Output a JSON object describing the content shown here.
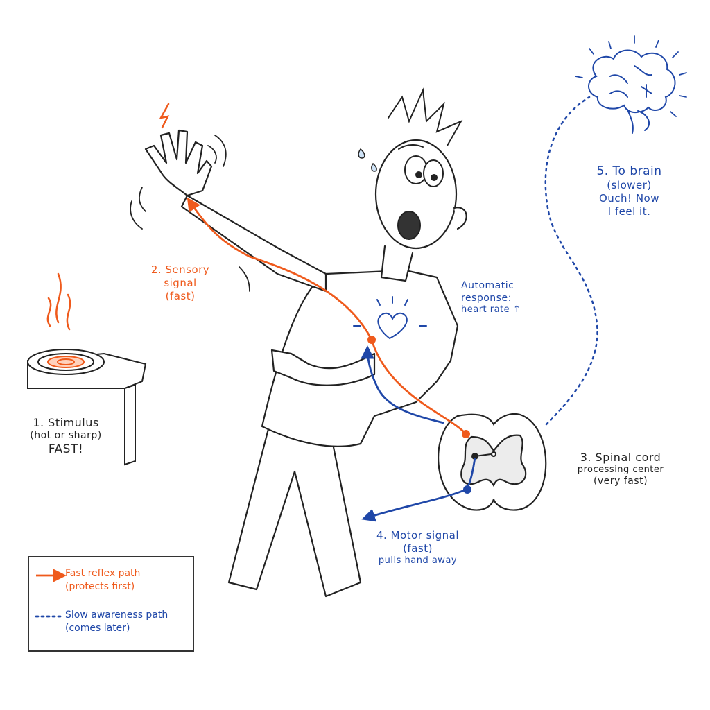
{
  "labels": {
    "stimulus": [
      "1. Stimulus",
      "(hot or sharp)",
      "FAST!"
    ],
    "sensory": [
      "2. Sensory",
      "signal",
      "(fast)"
    ],
    "spinal": [
      "3. Spinal cord",
      "processing center",
      "(very fast)"
    ],
    "motor": [
      "4. Motor signal",
      "(fast)",
      "pulls hand away"
    ],
    "brain": [
      "5. To brain",
      "(slower)",
      "Ouch! Now",
      "I feel it."
    ],
    "automatic": [
      "Automatic",
      "response:",
      "heart rate ↑"
    ]
  },
  "legend": {
    "fast_line1": "Fast reflex path",
    "fast_line2": "(protects first)",
    "slow_line1": "Slow awareness path",
    "slow_line2": "(comes later)"
  },
  "colors": {
    "fast": "#ef5a1c",
    "slow": "#1f47a8",
    "ink": "#222222"
  }
}
